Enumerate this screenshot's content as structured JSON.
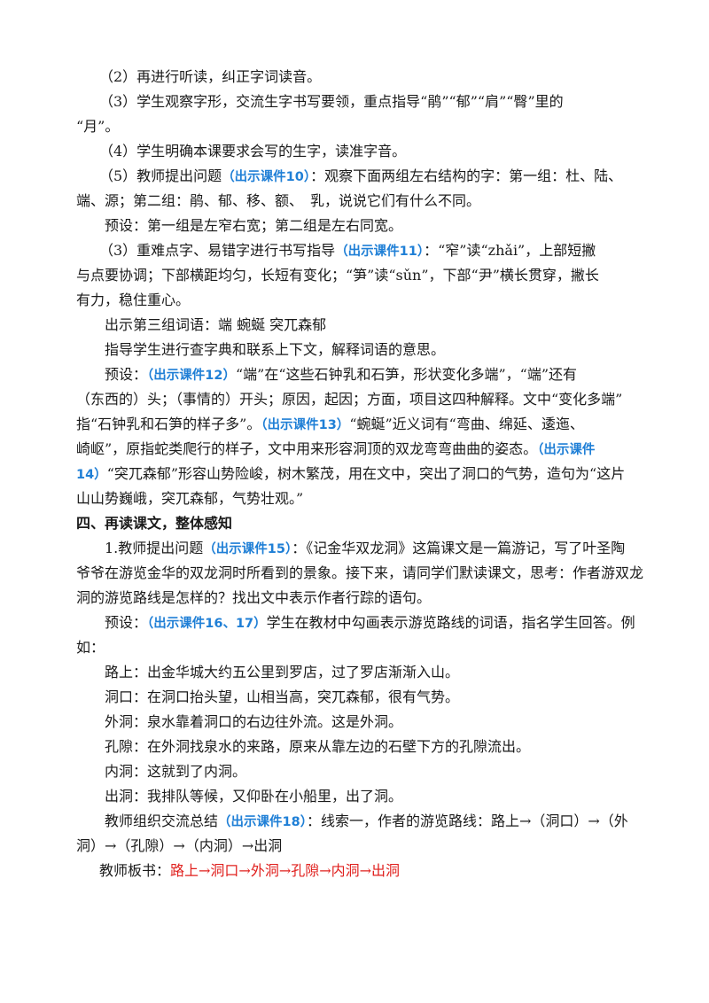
{
  "lines": [
    {
      "segs": [
        {
          "t": "（2）再进行听读，纠正字词读音。"
        }
      ]
    },
    {
      "segs": [
        {
          "t": "（3）学生观察字形，交流生字书写要领，重点指导“鹃”“郁”“肩”“臀”里的"
        }
      ]
    },
    {
      "segs": [
        {
          "t": "“月”。"
        }
      ]
    },
    {
      "segs": [
        {
          "t": "（4）学生明确本课要求会写的生字，读准字音。"
        }
      ]
    },
    {
      "segs": [
        {
          "t": "（5）教师提出问题"
        },
        {
          "t": "（出示课件10）",
          "hl": true
        },
        {
          "t": "：观察下面两组左右结构的字：第一组：杜、陆、"
        }
      ]
    },
    {
      "segs": [
        {
          "t": "端、源；第二组：鹃、郁、移、额、　乳，说说它们有什么不同。"
        }
      ]
    },
    {
      "segs": [
        {
          "t": "预设：第一组是左窄右宽；第二组是左右同宽。"
        }
      ]
    },
    {
      "segs": [
        {
          "t": "（3）重难点字、易错字进行书写指导"
        },
        {
          "t": "（出示课件11）",
          "hl": true
        },
        {
          "t": "：“窄”读“zhǎi”，上部短撇"
        }
      ]
    },
    {
      "segs": [
        {
          "t": "与点要协调；下部横距均匀，长短有变化；“笋”读“sǔn”，下部“尹”横长贯穿，撇长"
        }
      ]
    },
    {
      "segs": [
        {
          "t": "有力，稳住重心。"
        }
      ]
    },
    {
      "segs": [
        {
          "t": "出示第三组词语：端 蜿蜒 突兀森郁"
        }
      ]
    },
    {
      "segs": [
        {
          "t": "指导学生进行查字典和联系上下文，解释词语的意思。"
        }
      ]
    },
    {
      "segs": [
        {
          "t": "预设："
        },
        {
          "t": "（出示课件12）",
          "hl": true
        },
        {
          "t": "“端”在“这些石钟乳和石笋，形状变化多端”，“端”还有"
        }
      ]
    },
    {
      "segs": [
        {
          "t": "（东西的）头；（事情的）开头；原因，起因；方面，项目这四种解释。文中“变化多端”"
        }
      ]
    },
    {
      "segs": [
        {
          "t": "指“石钟乳和石笋的样子多”。"
        },
        {
          "t": "（出示课件13）",
          "hl": true
        },
        {
          "t": "“蜿蜒”近义词有“弯曲、绵延、逶迤、"
        }
      ]
    },
    {
      "segs": [
        {
          "t": "崎岖”，原指蛇类爬行的样子，文中用来形容洞顶的双龙弯弯曲曲的姿态。"
        },
        {
          "t": "（出示课件",
          "hl": true
        }
      ]
    },
    {
      "segs": [
        {
          "t": "14）",
          "hl": true
        },
        {
          "t": "“突兀森郁”形容山势险峻，树木繁茂，用在文中，突出了洞口的气势，造句为“这片"
        }
      ]
    },
    {
      "segs": [
        {
          "t": "山山势巍峨，突兀森郁，气势壮观。”"
        }
      ]
    },
    {
      "segs": [
        {
          "t": "四、再读课文，整体感知",
          "bold": true
        }
      ]
    },
    {
      "segs": [
        {
          "t": "1.教师提出问题"
        },
        {
          "t": "（出示课件15）",
          "hl": true
        },
        {
          "t": "：《记金华双龙洞》这篇课文是一篇游记，写了叶圣陶"
        }
      ]
    },
    {
      "segs": [
        {
          "t": "爷爷在游览金华的双龙洞时所看到的景象。接下来，请同学们默读课文，思考：作者游双龙"
        }
      ]
    },
    {
      "segs": [
        {
          "t": "洞的游览路线是怎样的？找出文中表示作者行踪的语句。"
        }
      ]
    },
    {
      "segs": [
        {
          "t": "预设："
        },
        {
          "t": "（出示课件16、17）",
          "hl": true
        },
        {
          "t": "学生在教材中勾画表示游览路线的词语，指名学生回答。例"
        }
      ]
    },
    {
      "segs": [
        {
          "t": "如："
        }
      ]
    },
    {
      "segs": [
        {
          "t": "路上：出金华城大约五公里到罗店，过了罗店渐渐入山。"
        }
      ]
    },
    {
      "segs": [
        {
          "t": "洞口：在洞口抬头望，山相当高，突兀森郁，很有气势。"
        }
      ]
    },
    {
      "segs": [
        {
          "t": "外洞：泉水靠着洞口的右边往外流。这是外洞。"
        }
      ]
    },
    {
      "segs": [
        {
          "t": "孔隙：在外洞找泉水的来路，原来从靠左边的石壁下方的孔隙流出。"
        }
      ]
    },
    {
      "segs": [
        {
          "t": "内洞：这就到了内洞。"
        }
      ]
    },
    {
      "segs": [
        {
          "t": "出洞：我排队等候，又仰卧在小船里，出了洞。"
        }
      ]
    },
    {
      "segs": [
        {
          "t": "教师组织交流总结"
        },
        {
          "t": "（出示课件18）",
          "hl": true
        },
        {
          "t": "：线索一，作者的游览路线：路上→（洞口）→（外"
        }
      ]
    },
    {
      "segs": [
        {
          "t": "洞）→（孔隙）→（内洞）→出洞"
        }
      ]
    },
    {
      "segs": [
        {
          "t": "教师板书："
        },
        {
          "t": "路上→洞口→外洞→孔隙→内洞→出洞",
          "red": true
        }
      ]
    }
  ]
}
